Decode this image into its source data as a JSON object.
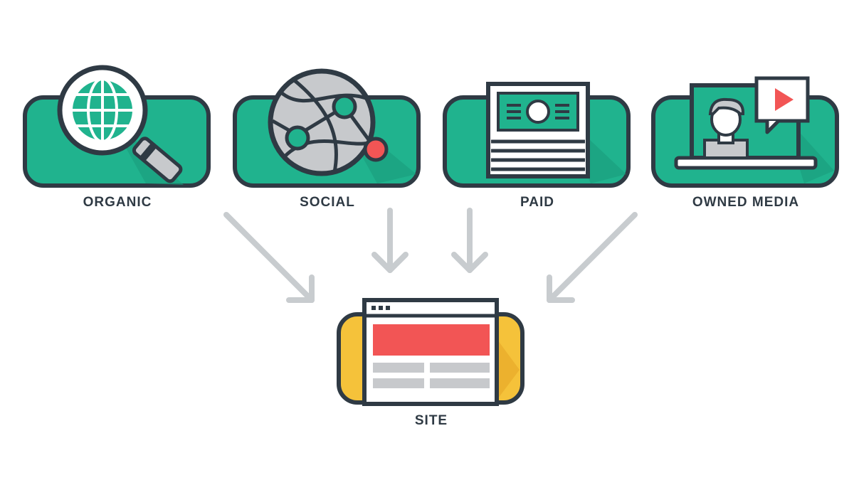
{
  "sources": [
    {
      "label": "ORGANIC",
      "icon": "globe-magnifier-icon"
    },
    {
      "label": "SOCIAL",
      "icon": "network-globe-icon"
    },
    {
      "label": "PAID",
      "icon": "banknote-icon"
    },
    {
      "label": "OWNED MEDIA",
      "icon": "laptop-video-icon"
    }
  ],
  "target": {
    "label": "SITE",
    "icon": "website-browser-icon"
  },
  "colors": {
    "teal": "#20b38e",
    "teal_dark": "#1b9b7c",
    "outline": "#2f3a44",
    "arrow": "#c8cccf",
    "red": "#f25555",
    "yellow": "#f5c23a",
    "grey": "#c7c9cc"
  }
}
